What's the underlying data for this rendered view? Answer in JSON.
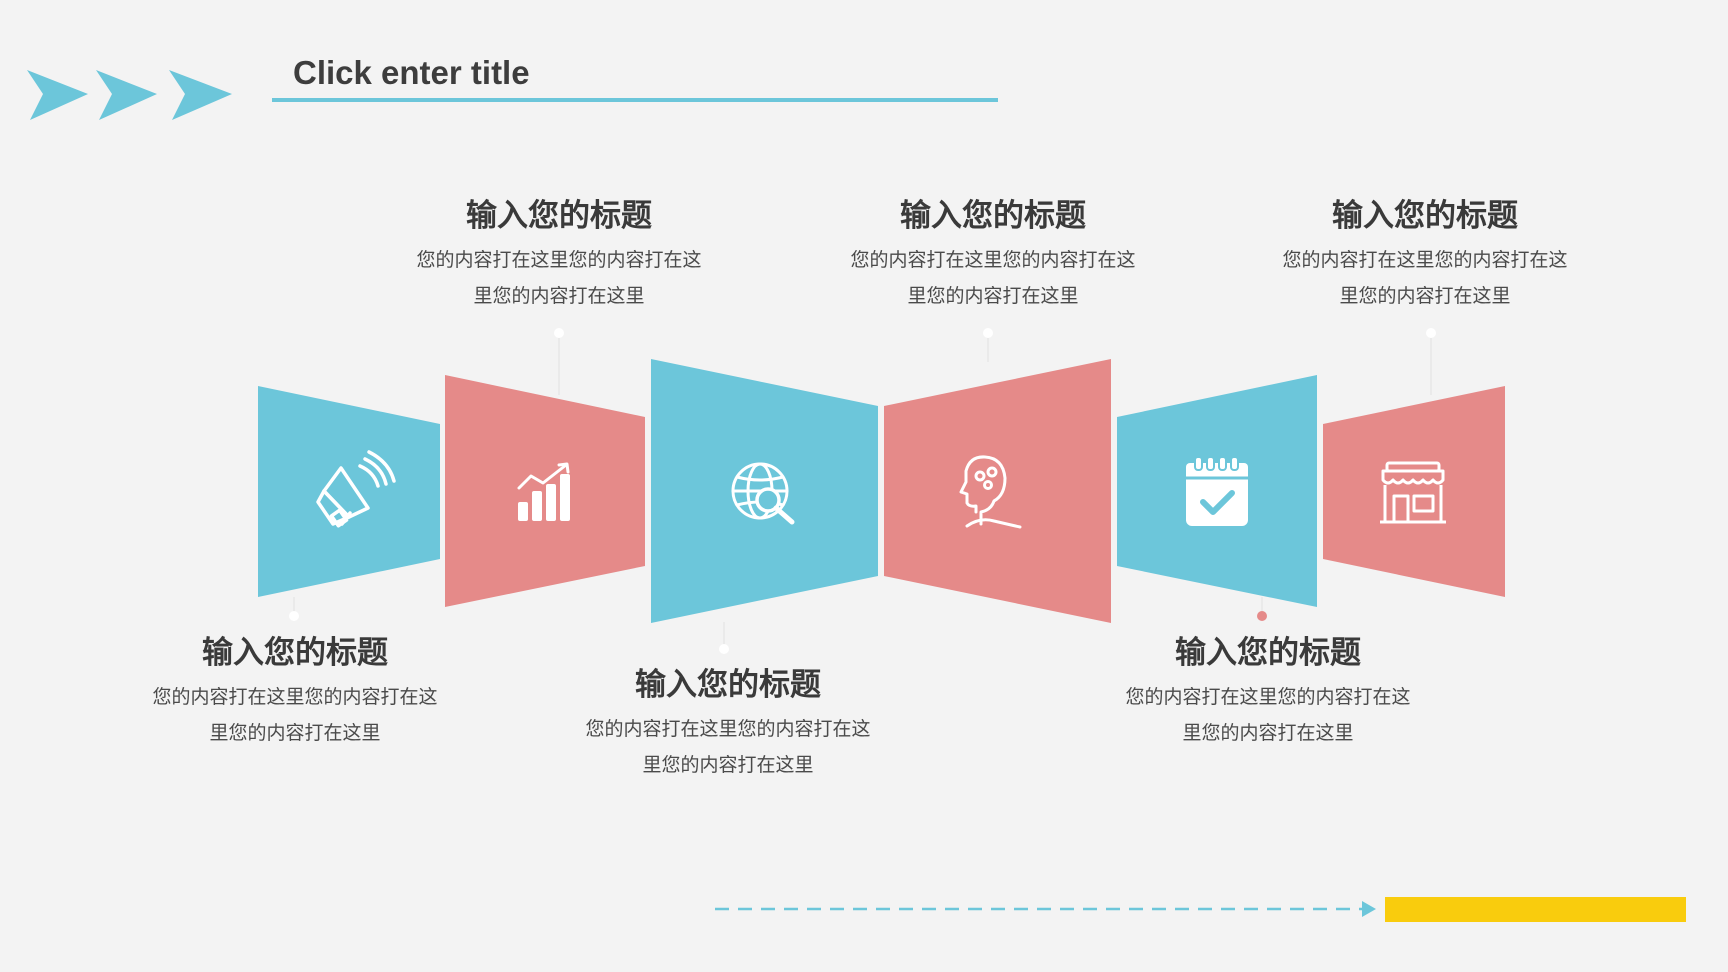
{
  "header": {
    "title": "Click enter title"
  },
  "colors": {
    "blue": "#6cc6da",
    "red": "#e58a89",
    "yellow": "#f9cc0d",
    "background": "#f3f3f3"
  },
  "panels": [
    {
      "color": "blue",
      "icon": "megaphone-icon"
    },
    {
      "color": "red",
      "icon": "bar-chart-icon"
    },
    {
      "color": "blue",
      "icon": "globe-search-icon"
    },
    {
      "color": "red",
      "icon": "head-gears-icon"
    },
    {
      "color": "blue",
      "icon": "calendar-check-icon"
    },
    {
      "color": "red",
      "icon": "storefront-icon"
    }
  ],
  "steps": [
    {
      "title": "输入您的标题",
      "desc_line1": "您的内容打在这里您的内容打在这",
      "desc_line2": "里您的内容打在这里"
    },
    {
      "title": "输入您的标题",
      "desc_line1": "您的内容打在这里您的内容打在这",
      "desc_line2": "里您的内容打在这里"
    },
    {
      "title": "输入您的标题",
      "desc_line1": "您的内容打在这里您的内容打在这",
      "desc_line2": "里您的内容打在这里"
    },
    {
      "title": "输入您的标题",
      "desc_line1": "您的内容打在这里您的内容打在这",
      "desc_line2": "里您的内容打在这里"
    },
    {
      "title": "输入您的标题",
      "desc_line1": "您的内容打在这里您的内容打在这",
      "desc_line2": "里您的内容打在这里"
    },
    {
      "title": "输入您的标题",
      "desc_line1": "您的内容打在这里您的内容打在这",
      "desc_line2": "里您的内容打在这里"
    }
  ]
}
